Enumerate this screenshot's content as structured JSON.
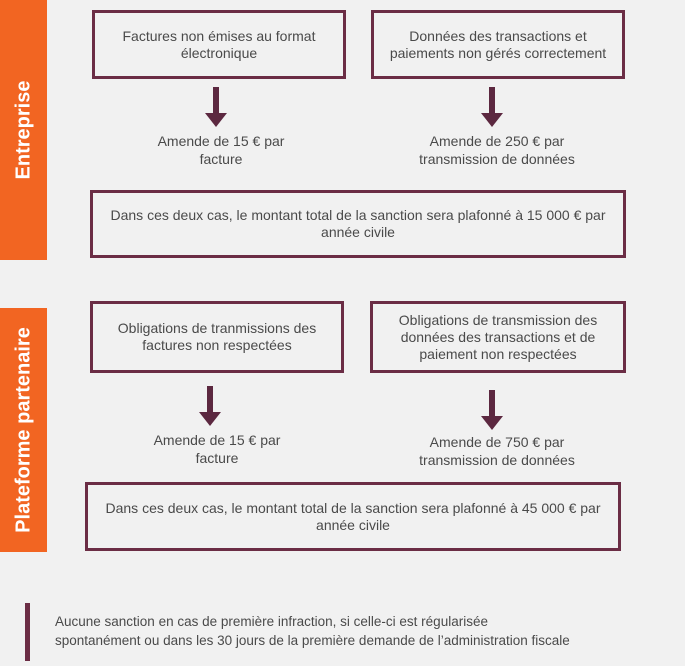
{
  "colors": {
    "accent": "#f26522",
    "border": "#6b2d45",
    "arrow": "#5c2840",
    "background": "#f1f1f1"
  },
  "enterprise": {
    "label": "Entreprise",
    "box_left": "Factures non émises au format électronique",
    "box_right": "Données des transactions et paiements non gérés correctement",
    "fine_left": "Amende de 15 € par facture",
    "fine_right": "Amende de 250 € par transmission de données",
    "cap": "Dans ces deux cas, le montant total de la sanction sera plafonné à 15 000 € par année civile"
  },
  "platform": {
    "label": "Plateforme partenaire",
    "box_left": "Obligations de tranmissions des factures non respectées",
    "box_right": "Obligations de transmission des données des transactions et de paiement non respectées",
    "fine_left": "Amende de 15 € par facture",
    "fine_right": "Amende de 750 € par transmission de données",
    "cap": "Dans ces deux cas, le montant total de la sanction sera plafonné à 45 000 € par année civile"
  },
  "note": {
    "line1": "Aucune  sanction en cas de première infraction,  si celle-ci est régularisée",
    "line2": "spontanément ou dans les 30 jours de la première demande de l’administration fiscale"
  }
}
